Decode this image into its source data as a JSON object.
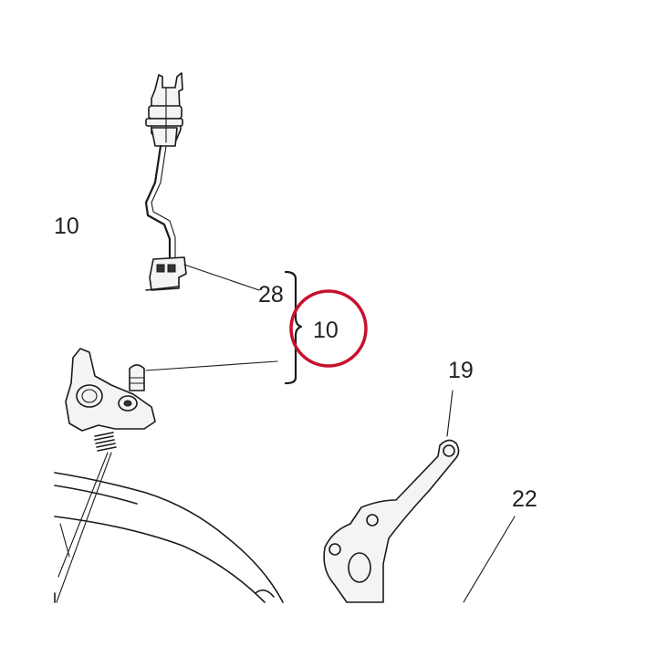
{
  "callouts": {
    "left_label": "10",
    "sensor_label": "28",
    "bracket_label": "10",
    "plate_label": "19",
    "arm_label": "22"
  },
  "highlight": {
    "color": "#c8102e"
  }
}
